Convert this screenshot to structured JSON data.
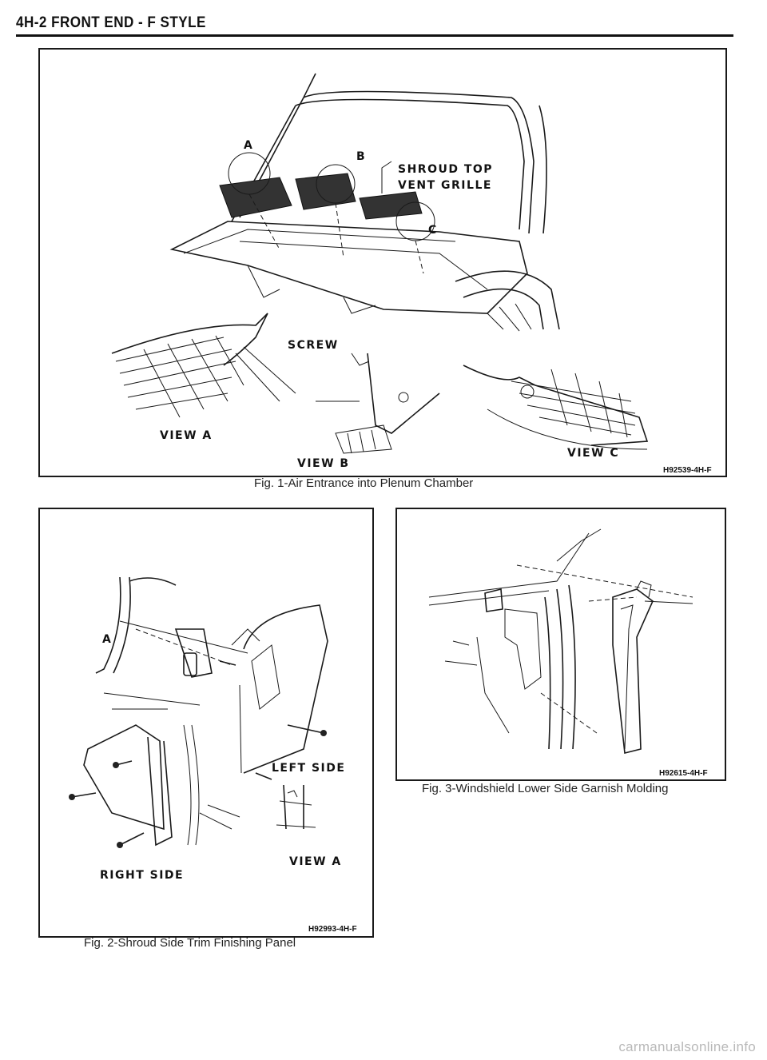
{
  "header": {
    "title": "4H-2 FRONT END - F STYLE"
  },
  "figures": [
    {
      "caption": "Fig. 1-Air Entrance into Plenum Chamber",
      "code": "H92539-4H-F",
      "labels": {
        "a": "A",
        "b": "B",
        "c": "C",
        "grille_line1": "SHROUD TOP",
        "grille_line2": "VENT GRILLE",
        "screw": "SCREW",
        "view_a": "VIEW A",
        "view_b": "VIEW B",
        "view_c": "VIEW C"
      }
    },
    {
      "caption": "Fig. 2-Shroud Side Trim Finishing Panel",
      "code": "H92993-4H-F",
      "labels": {
        "a": "A",
        "left_side": "LEFT SIDE",
        "view_a": "VIEW A",
        "right_side": "RIGHT SIDE"
      }
    },
    {
      "caption": "Fig. 3-Windshield Lower Side Garnish Molding",
      "code": "H92615-4H-F"
    }
  ],
  "footer": {
    "watermark": "carmanualsonline.info"
  }
}
